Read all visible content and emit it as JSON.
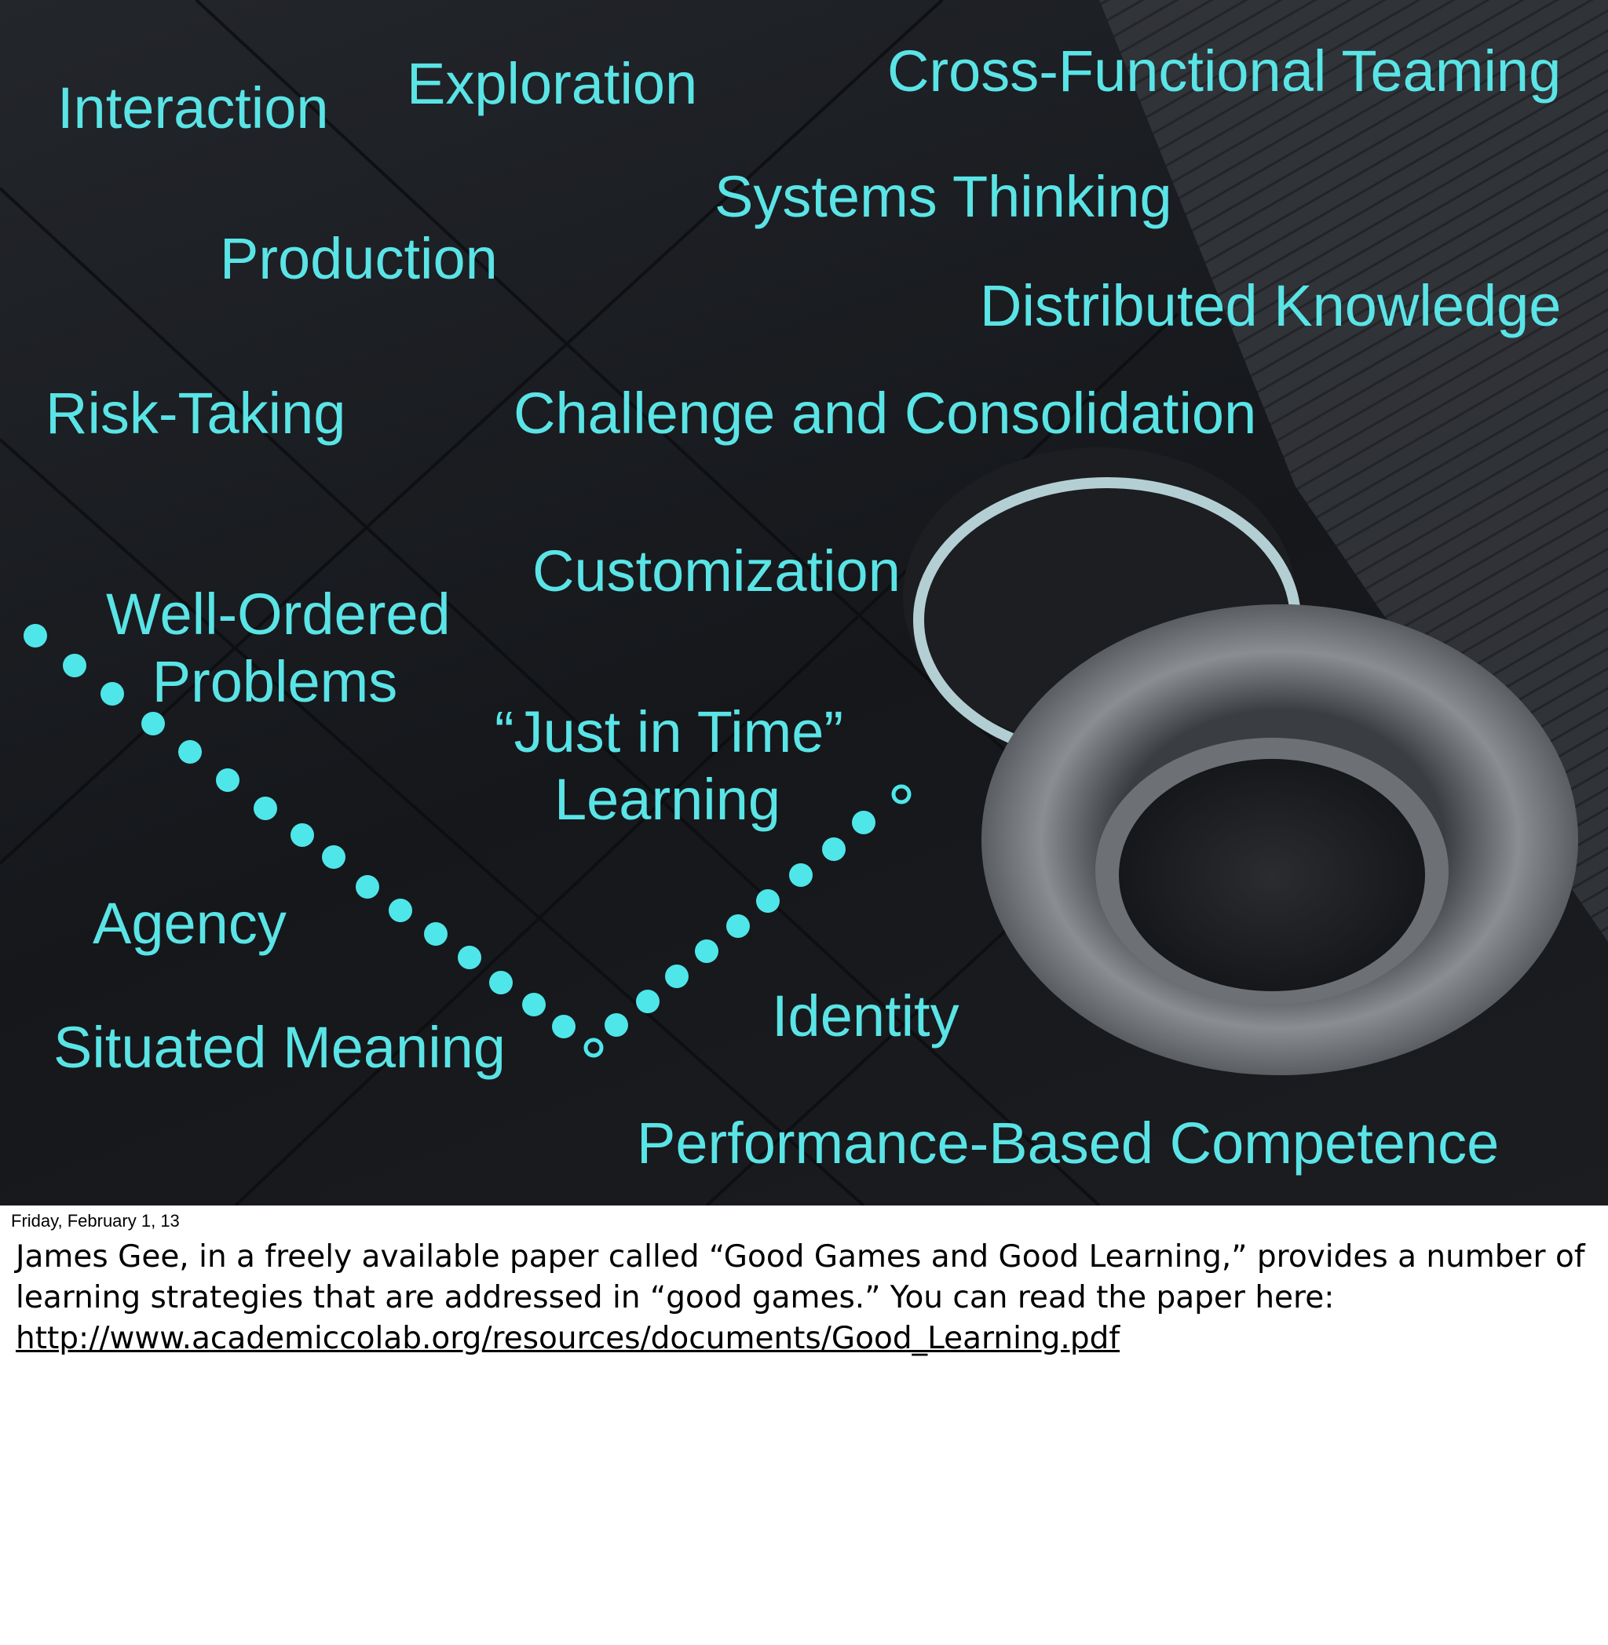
{
  "slide": {
    "terms": {
      "interaction": "Interaction",
      "exploration": "Exploration",
      "cross_functional": "Cross-Functional Teaming",
      "systems_thinking": "Systems Thinking",
      "production": "Production",
      "distributed_knowledge": "Distributed Knowledge",
      "risk_taking": "Risk-Taking",
      "challenge": "Challenge and Consolidation",
      "customization": "Customization",
      "well_ordered_line1": "Well-Ordered",
      "well_ordered_line2": "Problems",
      "just_in_time_line1": "“Just in Time”",
      "just_in_time_line2": "Learning",
      "agency": "Agency",
      "identity": "Identity",
      "situated_meaning": "Situated Meaning",
      "performance": "Performance-Based Competence"
    },
    "colors": {
      "text": "#5ae4e6",
      "dots": "#4fe6ea",
      "background": "#1a1c20"
    }
  },
  "date": "Friday, February 1, 13",
  "notes": {
    "text": "James Gee, in a freely available paper called “Good Games and Good Learning,” provides a number of learning strategies that are addressed in “good games.”  You can read the paper here:  ",
    "link": "http://www.academiccolab.org/resources/documents/Good_Learning.pdf"
  }
}
